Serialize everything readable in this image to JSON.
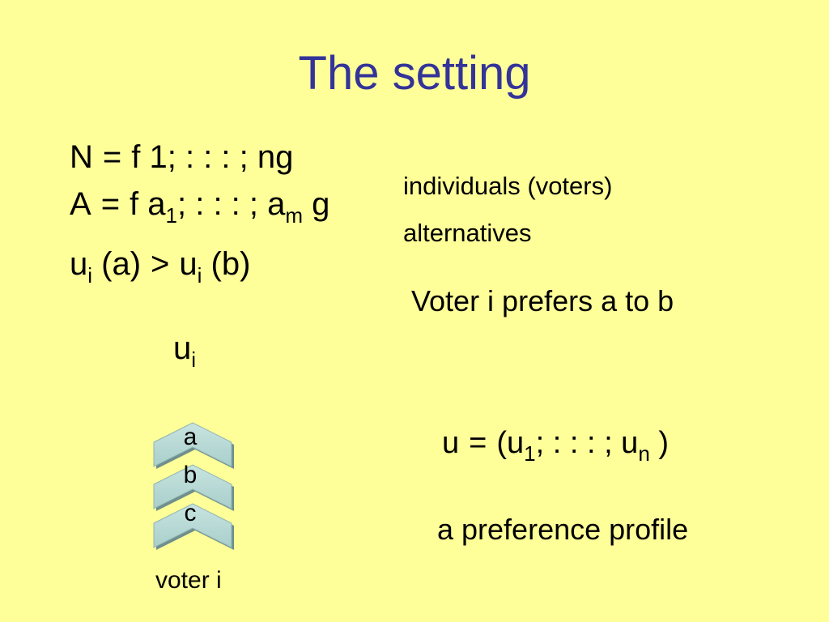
{
  "slide": {
    "title": "The setting",
    "eq_n": {
      "lhs": "N",
      "eq": "=",
      "rhs": "f 1; : : : ; ng"
    },
    "eq_a": {
      "lhs": "A",
      "eq": "=",
      "open": "f a",
      "sub1": "1",
      "mid": "; : : : ; a",
      "subm": "m",
      "close": " g"
    },
    "eq_u": {
      "u1": "u",
      "s1": "i",
      "arg1": " (a)",
      "gt": ">",
      "u2": "u",
      "s2": "i",
      "arg2": " (b)"
    },
    "individuals_label": "individuals (voters)",
    "alternatives_label": "alternatives",
    "prefers_label": "Voter i prefers a to b",
    "ui_symbol": {
      "base": "u",
      "sub": "i"
    },
    "chevrons": [
      "a",
      "b",
      "c"
    ],
    "voter_label": "voter i",
    "profile_eq": {
      "lhs": "u",
      "eq": "=",
      "open": "(u",
      "s1": "1",
      "mid": "; : : : ; u",
      "sn": "n",
      "close": " )"
    },
    "profile_label": "a preference profile"
  }
}
